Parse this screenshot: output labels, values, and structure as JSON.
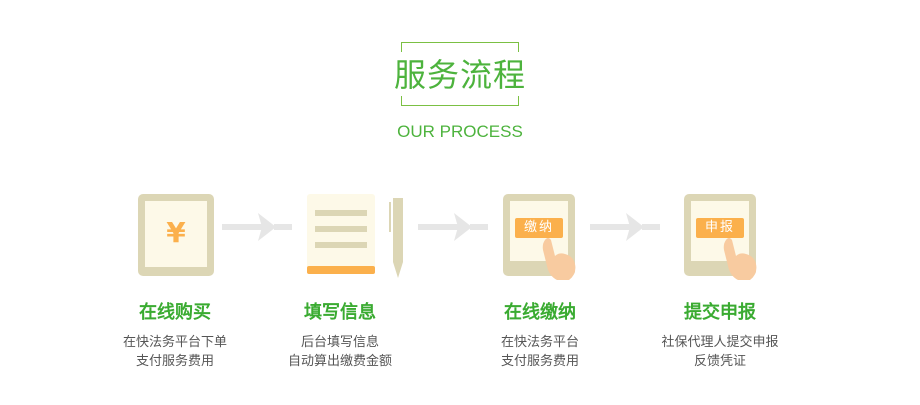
{
  "header": {
    "title": "服务流程",
    "subtitle": "OUR PROCESS"
  },
  "steps": [
    {
      "title": "在线购买",
      "desc": [
        "在快法务平台下单",
        "支付服务费用"
      ],
      "icon": "yen-tablet-icon",
      "symbol": "¥"
    },
    {
      "title": "填写信息",
      "desc": [
        "后台填写信息",
        "自动算出缴费金额"
      ],
      "icon": "notepad-pen-icon"
    },
    {
      "title": "在线缴纳",
      "desc": [
        "在快法务平台",
        "支付服务费用"
      ],
      "icon": "tablet-tap-icon",
      "button": "缴纳"
    },
    {
      "title": "提交申报",
      "desc": [
        "社保代理人提交申报",
        "反馈凭证"
      ],
      "icon": "tablet-tap-icon",
      "button": "申报"
    }
  ],
  "colors": {
    "accent_green": "#4db33d",
    "icon_frame": "#dcd6b5",
    "icon_screen": "#fdf9e8",
    "icon_orange": "#fbb04c",
    "arrow_grey": "#e6e6e6",
    "desc_text": "#555555"
  }
}
